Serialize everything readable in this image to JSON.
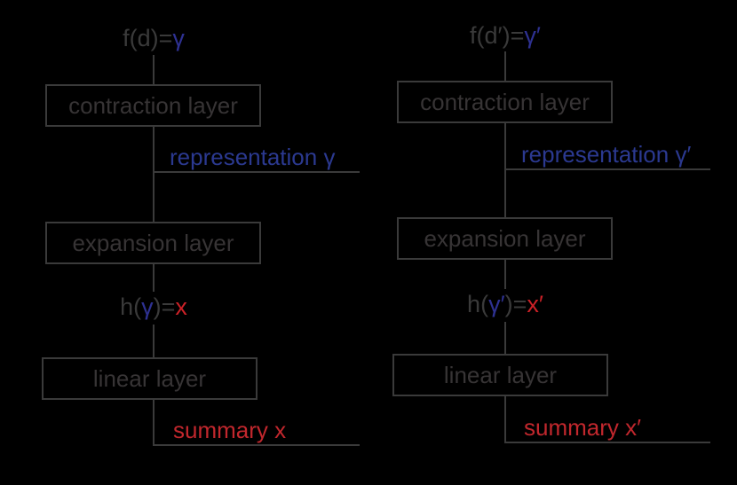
{
  "colors": {
    "background": "#000000",
    "line_gray": "#3a3a3a",
    "box_text_gray": "#373435",
    "blue_symbol": "#2e3192",
    "blue_label": "#2b3990",
    "red_symbol": "#cc2127",
    "red_label": "#c1272d"
  },
  "columns": [
    {
      "top_formula": {
        "prefix": "f(d)=",
        "symbol": "γ"
      },
      "contraction_label": "contraction layer",
      "representation_label": "representation γ",
      "expansion_label": "expansion layer",
      "mid_formula": {
        "prefix": "h(",
        "symbol": "γ",
        "infix": ")=",
        "result": "x"
      },
      "linear_label": "linear layer",
      "summary_label": "summary x"
    },
    {
      "top_formula": {
        "prefix": "f(d′)=",
        "symbol": "γ′"
      },
      "contraction_label": "contraction layer",
      "representation_label": "representation γ′",
      "expansion_label": "expansion layer",
      "mid_formula": {
        "prefix": "h(",
        "symbol": "γ′",
        "infix": ")=",
        "result": "x′"
      },
      "linear_label": "linear layer",
      "summary_label": "summary x′"
    }
  ]
}
